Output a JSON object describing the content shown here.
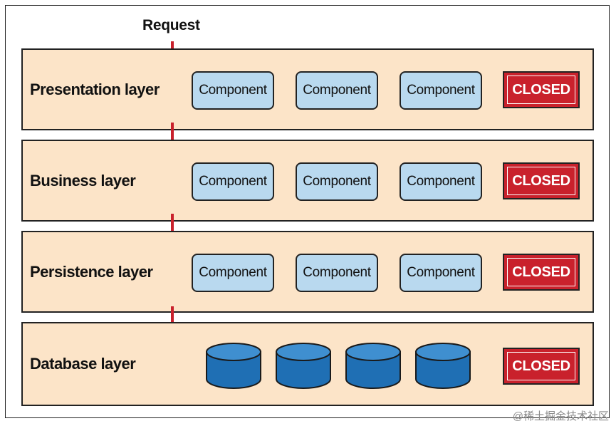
{
  "request_label": "Request",
  "component_label": "Component",
  "closed_label": "CLOSED",
  "layers": [
    {
      "label": "Presentation layer"
    },
    {
      "label": "Business layer"
    },
    {
      "label": "Persistence layer"
    },
    {
      "label": "Database layer"
    }
  ],
  "watermark": "@稀土掘金技术社区",
  "colors": {
    "layer_fill": "#fce4c8",
    "component_fill": "#b9d9ef",
    "closed_fill": "#c9212c",
    "arrow": "#c9212c",
    "database_fill": "#1f6fb4"
  },
  "icons": {
    "database": "database-cylinder-icon",
    "arrow": "arrow-down-icon"
  }
}
